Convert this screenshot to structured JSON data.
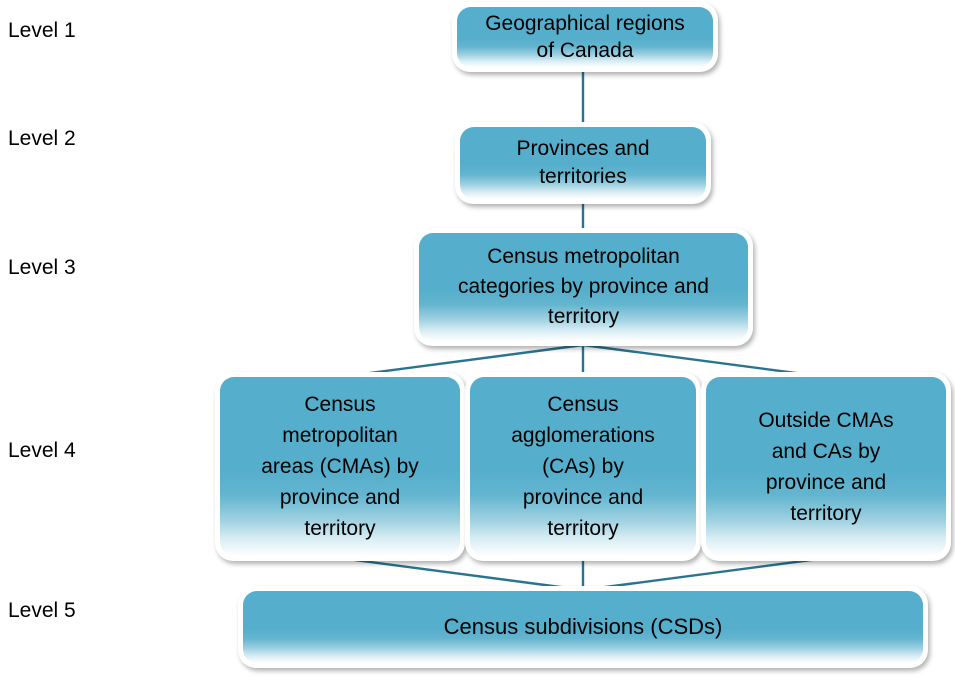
{
  "diagram": {
    "title": "Geographical regions of Canada hierarchy",
    "colors": {
      "node_fill_top": "#55aecb",
      "node_fill_bottom": "#ffffff",
      "node_border": "#ffffff",
      "connector": "#2b7490",
      "label_text": "#000000",
      "background": "#ffffff"
    },
    "level_labels": [
      {
        "id": "level-1",
        "text": "Level 1"
      },
      {
        "id": "level-2",
        "text": "Level 2"
      },
      {
        "id": "level-3",
        "text": "Level 3"
      },
      {
        "id": "level-4",
        "text": "Level 4"
      },
      {
        "id": "level-5",
        "text": "Level 5"
      }
    ],
    "nodes": {
      "level1": {
        "text": "Geographical regions\nof Canada"
      },
      "level2": {
        "text": "Provinces and\nterritories"
      },
      "level3": {
        "text": "Census metropolitan\ncategories by province and\nterritory"
      },
      "level4": [
        {
          "text": "Census\nmetropolitan\nareas (CMAs) by\nprovince and\nterritory"
        },
        {
          "text": "Census\nagglomerations\n(CAs) by\nprovince and\nterritory"
        },
        {
          "text": "Outside CMAs\nand CAs by\nprovince and\nterritory"
        }
      ],
      "level5": {
        "text": "Census subdivisions (CSDs)"
      }
    }
  }
}
